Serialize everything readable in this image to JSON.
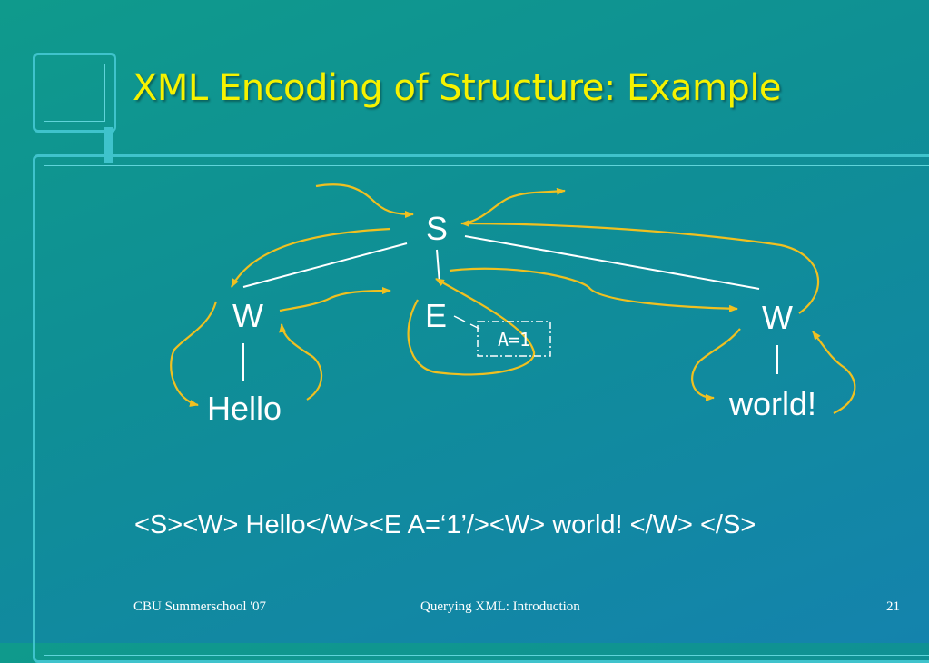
{
  "slide": {
    "title": "XML Encoding of Structure: Example",
    "xml_code": "<S><W> Hello</W><E A=‘1’/><W> world! </W> </S>"
  },
  "diagram": {
    "nodes": {
      "root": "S",
      "word1": "W",
      "empty": "E",
      "word2": "W",
      "text1": "Hello",
      "text2": "world!",
      "attribute": "A=1"
    }
  },
  "footer": {
    "left": "CBU Summerschool '07",
    "center": "Querying XML: Introduction",
    "page": "21"
  },
  "colors": {
    "title": "#f6f200",
    "arrow": "#f0c020",
    "frame": "#3fc3cc"
  }
}
